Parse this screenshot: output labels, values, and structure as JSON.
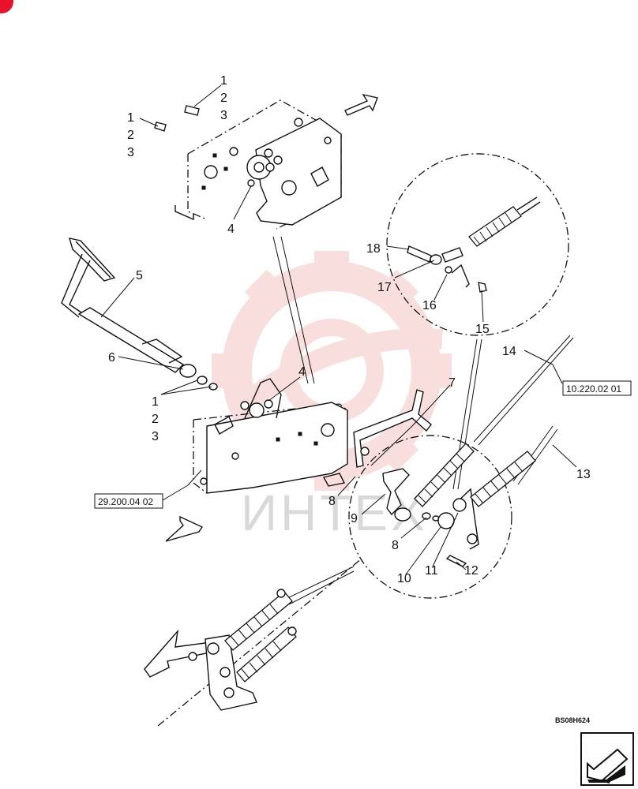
{
  "callouts": [
    {
      "id": "c1a",
      "text": "1"
    },
    {
      "id": "c2a",
      "text": "2"
    },
    {
      "id": "c3a",
      "text": "3"
    },
    {
      "id": "c1b",
      "text": "1"
    },
    {
      "id": "c2b",
      "text": "2"
    },
    {
      "id": "c3b",
      "text": "3"
    },
    {
      "id": "c4a",
      "text": "4"
    },
    {
      "id": "c5",
      "text": "5"
    },
    {
      "id": "c6",
      "text": "6"
    },
    {
      "id": "c1c",
      "text": "1"
    },
    {
      "id": "c2c",
      "text": "2"
    },
    {
      "id": "c3c",
      "text": "3"
    },
    {
      "id": "c4b",
      "text": "4"
    },
    {
      "id": "c7",
      "text": "7"
    },
    {
      "id": "c8a",
      "text": "8"
    },
    {
      "id": "c9",
      "text": "9"
    },
    {
      "id": "c8b",
      "text": "8"
    },
    {
      "id": "c10",
      "text": "10"
    },
    {
      "id": "c11",
      "text": "11"
    },
    {
      "id": "c12",
      "text": "12"
    },
    {
      "id": "c13",
      "text": "13"
    },
    {
      "id": "c14",
      "text": "14"
    },
    {
      "id": "c15",
      "text": "15"
    },
    {
      "id": "c16",
      "text": "16"
    },
    {
      "id": "c17",
      "text": "17"
    },
    {
      "id": "c18",
      "text": "18"
    }
  ],
  "references": {
    "ref_right": "10.220.02 01",
    "ref_left": "29.200.04 02"
  },
  "figure_code": "BS08H624",
  "watermark": "ИНТЕХ",
  "nav_icon": "arrow-icon",
  "colors": {
    "line": "#111111",
    "watermark": "#f2b8b8",
    "badge": "#e8132b"
  }
}
